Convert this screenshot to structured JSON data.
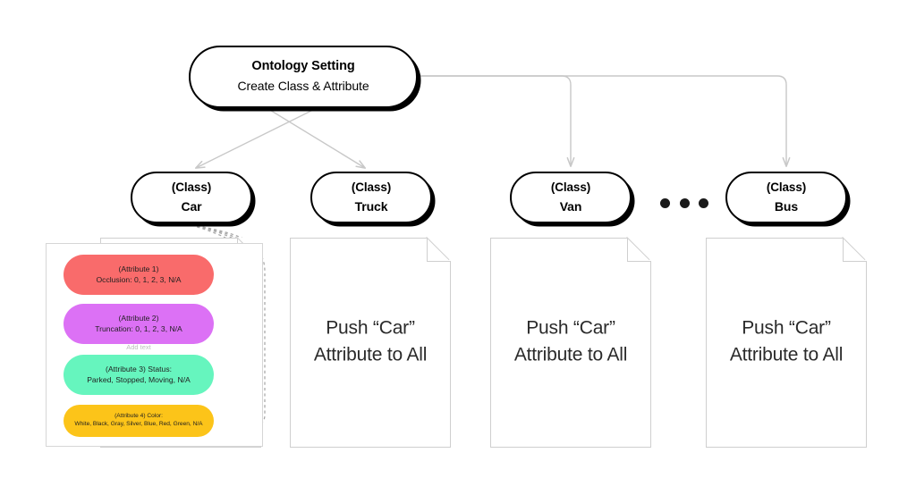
{
  "diagram": {
    "title_node": {
      "line_top": "Ontology Setting",
      "line_bot": "Create Class & Attribute"
    },
    "classes": [
      {
        "kind": "(Class)",
        "name": "Car"
      },
      {
        "kind": "(Class)",
        "name": "Truck"
      },
      {
        "kind": "(Class)",
        "name": "Van"
      },
      {
        "kind": "(Class)",
        "name": "Bus"
      }
    ],
    "ellipsis": "• • •",
    "attributes": [
      {
        "line_top": "(Attribute 1)",
        "line_bot": "Occlusion: 0, 1, 2, 3, N/A",
        "color": "#F96B6B"
      },
      {
        "line_top": "(Attribute 2)",
        "line_bot": "Truncation: 0, 1, 2, 3, N/A",
        "color": "#DC71F5"
      },
      {
        "line_top": "(Attribute 3) Status:",
        "line_bot": "Parked, Stopped, Moving, N/A",
        "color": "#66F5BE"
      },
      {
        "line_top": "(Attribute 4) Color:",
        "line_bot": "White, Black, Gray, Silver, Blue, Red, Green, N/A",
        "color": "#FCC419"
      }
    ],
    "add_text_placeholder": "Add text",
    "documents": [
      {
        "line_top": "Push “Car”",
        "line_bot": "Attribute to All"
      },
      {
        "line_top": "Push “Car”",
        "line_bot": "Attribute to All"
      },
      {
        "line_top": "Push “Car”",
        "line_bot": "Attribute to All"
      }
    ],
    "colors": {
      "connector": "#c8c8c8",
      "dashed_connector": "#a8a8a8",
      "node_border": "#000000",
      "paper_border": "#cfcfcf",
      "panel_border": "#d6d6d6",
      "placeholder_text": "#bdbdbd"
    }
  }
}
